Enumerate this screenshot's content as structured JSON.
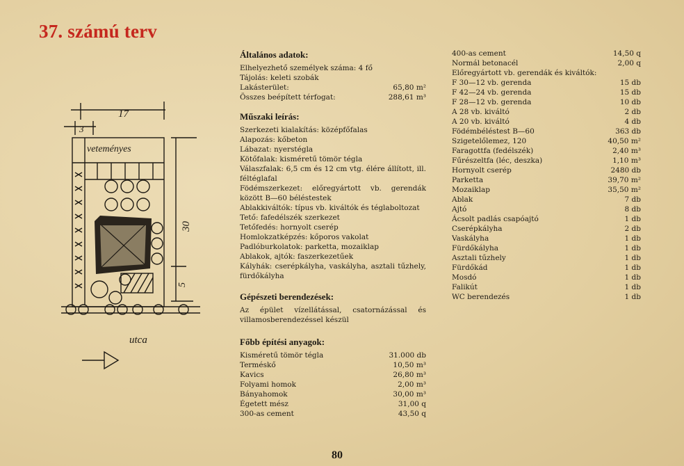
{
  "page_title": "37. számú terv",
  "plan_labels": {
    "width_dim": "17",
    "side_dim": "3",
    "height_dim": "30",
    "front_dim": "5",
    "garden": "veteményes",
    "street": "utca"
  },
  "general": {
    "heading": "Általános adatok:",
    "rows": [
      {
        "label": "Elhelyezhető személyek száma: 4 fő",
        "value": ""
      },
      {
        "label": "Tájolás: keleti szobák",
        "value": ""
      },
      {
        "label": "Lakásterület:",
        "value": "65,80 m²"
      },
      {
        "label": "Összes beépített térfogat:",
        "value": "288,61 m³"
      }
    ]
  },
  "technical": {
    "heading": "Műszaki leírás:",
    "lines": [
      "Szerkezeti kialakítás: középfőfalas",
      "Alapozás: kőbeton",
      "Lábazat: nyerstégla",
      "Kötőfalak: kisméretű tömör tégla",
      "Válaszfalak: 6,5 cm és 12 cm vtg. élére állított, ill. féltéglafal",
      "Födémszerkezet: előregyártott vb. gerendák között B—60 béléstestek",
      "Ablakkiváltók: típus vb. kiváltók és téglaboltozat",
      "Tető: fafedélszék szerkezet",
      "Tetőfedés: hornyolt cserép",
      "Homlokzatképzés: kőporos vakolat",
      "Padlóburkolatok: parketta, mozaiklap",
      "Ablakok, ajtók: faszerkezetűek",
      "Kályhák: cserépkályha, vaskályha, asztali tűzhely, fürdőkályha"
    ]
  },
  "mechanical": {
    "heading": "Gépészeti berendezések:",
    "text": "Az épület vízellátással, csatornázással és villamosberendezéssel készül"
  },
  "materials": {
    "heading": "Főbb építési anyagok:",
    "rows": [
      {
        "label": "Kisméretű tömör tégla",
        "value": "31.000 db"
      },
      {
        "label": "Terméskő",
        "value": "10,50 m³"
      },
      {
        "label": "Kavics",
        "value": "26,80 m³"
      },
      {
        "label": "Folyami homok",
        "value": "2,00 m³"
      },
      {
        "label": "Bányahomok",
        "value": "30,00 m³"
      },
      {
        "label": "Égetett mész",
        "value": "31,00 q"
      },
      {
        "label": "300-as cement",
        "value": "43,50 q"
      }
    ]
  },
  "materials_cont": {
    "rows": [
      {
        "label": "400-as cement",
        "value": "14,50 q"
      },
      {
        "label": "Normál betonacél",
        "value": "2,00 q"
      },
      {
        "label": "Előregyártott vb. gerendák és kiváltók:",
        "value": ""
      },
      {
        "label": "F 30—12 vb. gerenda",
        "value": "15 db"
      },
      {
        "label": "F 42—24 vb. gerenda",
        "value": "15 db"
      },
      {
        "label": "F 28—12 vb. gerenda",
        "value": "10 db"
      },
      {
        "label": "A 28 vb. kiváltó",
        "value": "2 db"
      },
      {
        "label": "A 20 vb. kiváltó",
        "value": "4 db"
      },
      {
        "label": "Födémbéléstest B—60",
        "value": "363 db"
      },
      {
        "label": "Szigetelőlemez, 120",
        "value": "40,50 m²"
      },
      {
        "label": "Faragottfa (fedélszék)",
        "value": "2,40 m³"
      },
      {
        "label": "Fűrészeltfa (léc, deszka)",
        "value": "1,10 m³"
      },
      {
        "label": "Hornyolt cserép",
        "value": "2480 db"
      },
      {
        "label": "Parketta",
        "value": "39,70 m²"
      },
      {
        "label": "Mozaiklap",
        "value": "35,50 m²"
      },
      {
        "label": "Ablak",
        "value": "7 db"
      },
      {
        "label": "Ajtó",
        "value": "8 db"
      },
      {
        "label": "Ácsolt padlás csapóajtó",
        "value": "1 db"
      },
      {
        "label": "Cserépkályha",
        "value": "2 db"
      },
      {
        "label": "Vaskályha",
        "value": "1 db"
      },
      {
        "label": "Fürdőkályha",
        "value": "1 db"
      },
      {
        "label": "Asztali tűzhely",
        "value": "1 db"
      },
      {
        "label": "Fürdőkád",
        "value": "1 db"
      },
      {
        "label": "Mosdó",
        "value": "1 db"
      },
      {
        "label": "Falikút",
        "value": "1 db"
      },
      {
        "label": "WC berendezés",
        "value": "1 db"
      }
    ]
  },
  "page_number": "80"
}
